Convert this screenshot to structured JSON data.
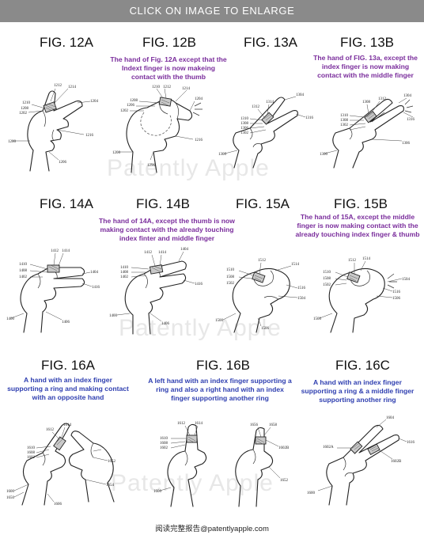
{
  "banner": "CLICK ON IMAGE TO ENLARGE",
  "figures": {
    "f12a": {
      "title": "FIG. 12A",
      "refs": [
        "1212",
        "1214",
        "1204",
        "1210",
        "1208",
        "1202",
        "1216",
        "1200",
        "1206"
      ]
    },
    "f12b": {
      "title": "FIG. 12B",
      "caption": "The hand of Fig. 12A except that the Indext finger is now makeing contact with the thumb",
      "refs": [
        "1210",
        "1212",
        "1208",
        "1206",
        "1202",
        "1214",
        "1204",
        "1216",
        "1200",
        "1296"
      ]
    },
    "f13a": {
      "title": "FIG. 13A",
      "refs": [
        "1314",
        "1312",
        "1304",
        "1310",
        "1308",
        "1306",
        "1302",
        "1316",
        "1300"
      ]
    },
    "f13b": {
      "title": "FIG. 13B",
      "caption": "The hand of FIG. 13a, except the index finger is now making contact with the middle finger",
      "refs": [
        "1312",
        "1308",
        "1310",
        "1308",
        "1302",
        "1304",
        "1316",
        "1306",
        "1300"
      ]
    },
    "f14a": {
      "title": "FIG. 14A",
      "refs": [
        "1412",
        "1414",
        "1410",
        "1408",
        "1402",
        "1404",
        "1416",
        "1400",
        "1406"
      ]
    },
    "f14b": {
      "title": "FIG. 14B",
      "caption": "The hand of 14A, except the thumb is now making contact with the already touching index finter and middle finger",
      "refs": [
        "1412",
        "1414",
        "1404",
        "1410",
        "1408",
        "1402",
        "1416",
        "1406",
        "1400"
      ]
    },
    "f15a": {
      "title": "FIG. 15A",
      "refs": [
        "1512",
        "1510",
        "1514",
        "1508",
        "1516",
        "1504",
        "1502",
        "1500",
        "1506"
      ]
    },
    "f15b": {
      "title": "FIG. 15B",
      "caption": "The hand of 15A, except the middle finger is now making contact with the already touching index finger & thumb",
      "refs": [
        "1512",
        "1514",
        "1510",
        "1508",
        "1504",
        "1502",
        "1516",
        "1500",
        "1506"
      ]
    },
    "f16a": {
      "title": "FIG. 16A",
      "caption": "A hand with an index finger supporting a ring and making contact with an opposite hand",
      "refs": [
        "1614",
        "1612",
        "1610",
        "1608",
        "1652",
        "1602",
        "1654",
        "1600",
        "1606",
        "1650"
      ]
    },
    "f16b": {
      "title": "FIG. 16B",
      "caption": "A left hand with an index finger supporting a ring and also a right hand with an index finger supporting another ring",
      "refs": [
        "1612",
        "1614",
        "1610",
        "1608",
        "1602",
        "1600",
        "1656",
        "1658",
        "1602B",
        "1652"
      ]
    },
    "f16c": {
      "title": "FIG. 16C",
      "caption": "A hand with an index finger supporting a ring & a middle finger supporting another ring",
      "refs": [
        "1604",
        "1616",
        "1602A",
        "1602B",
        "1600"
      ]
    }
  },
  "watermark": "Patently Apple",
  "footer": "阅读完整报告@patentlyapple.com",
  "colors": {
    "caption_purple": "#7a2d9c",
    "caption_blue": "#2f3fb0",
    "banner_bg": "#8a8a8a"
  }
}
